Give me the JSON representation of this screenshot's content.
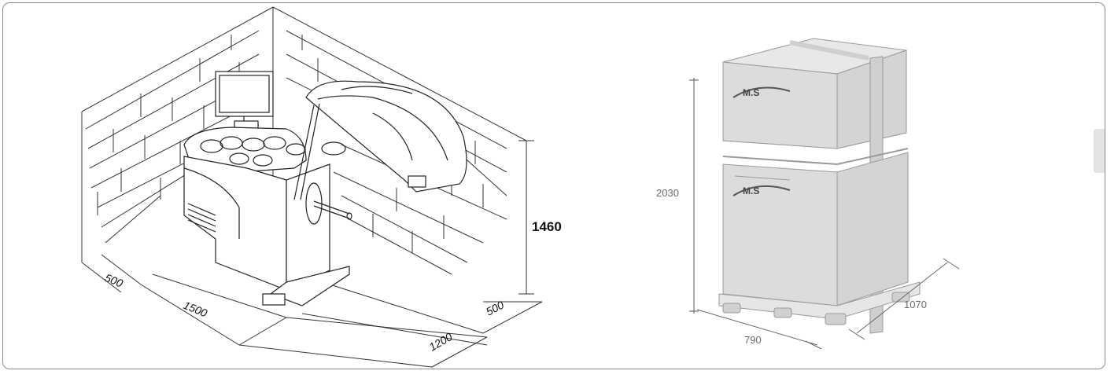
{
  "left_diagram": {
    "dimensions": {
      "height": "1460",
      "wall_offset_back": "500",
      "depth_left": "500",
      "width_front": "1500",
      "depth_right": "1200"
    }
  },
  "right_diagram": {
    "brand_label_top": "M.S",
    "brand_label_bottom": "M.S",
    "dimensions": {
      "height": "2030",
      "width": "790",
      "depth": "1070"
    }
  }
}
